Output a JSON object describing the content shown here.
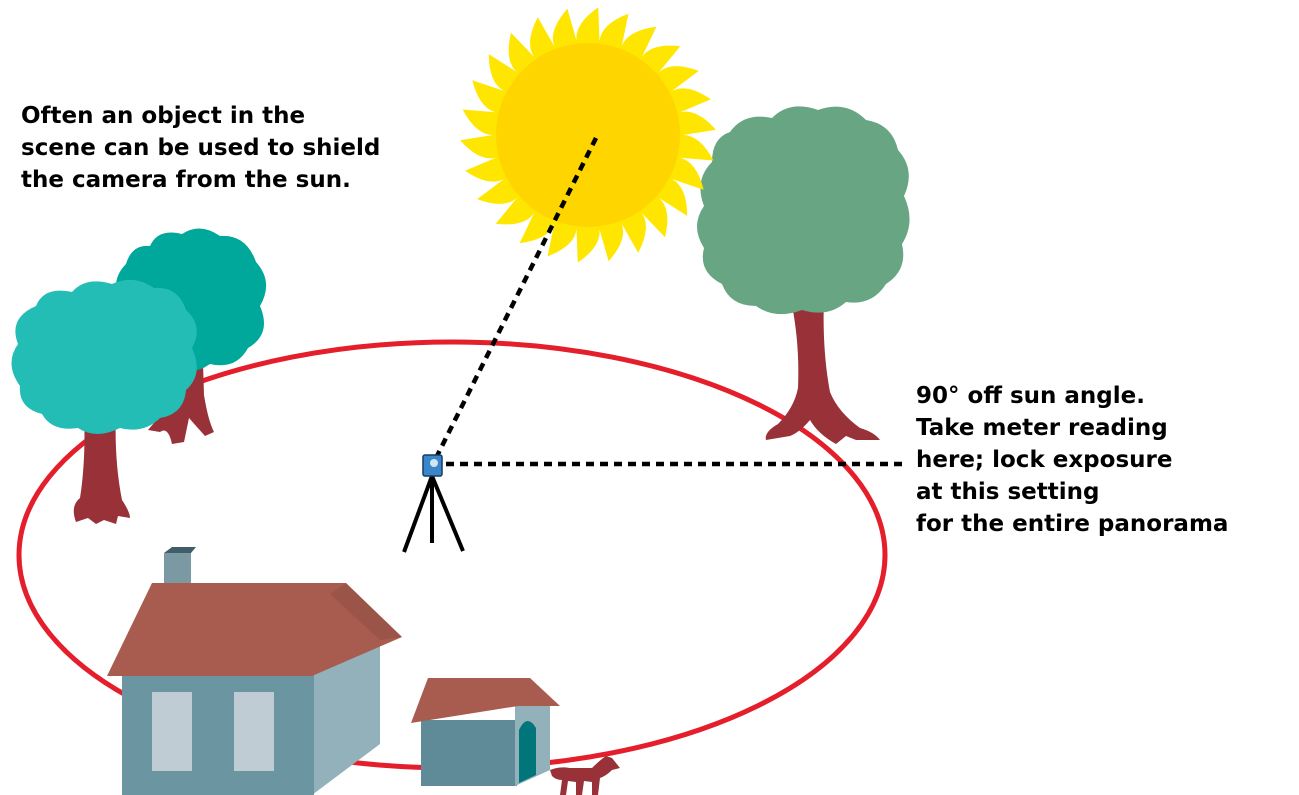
{
  "colors": {
    "background": "#ffffff",
    "text": "#000000",
    "rotation_path": "#e41f2b",
    "sun": "#ffe600",
    "sun_edge": "#ffd500",
    "tree_teal_back": "#00a79b",
    "tree_teal_front": "#24bdb5",
    "tree_green": "#68a583",
    "tree_trunk": "#983238",
    "roof": "#a85c4f",
    "roof_shade": "#8e4c42",
    "wall_front": "#6b95a1",
    "wall_side": "#93b1bb",
    "window": "#c0ccd3",
    "chimney": "#7b99a3",
    "doghouse_wall": "#5f8a97",
    "doghouse_door": "#00757a",
    "dog": "#983238",
    "camera": "#3a86c8",
    "sight_line": "#000000"
  },
  "left_caption": {
    "lines": [
      "Often an object in the",
      "scene can be used to shield",
      "the camera from the sun."
    ]
  },
  "right_caption": {
    "lines": [
      "90° off sun angle.",
      "Take meter reading",
      "here; lock exposure",
      "at this setting",
      "for the entire panorama"
    ]
  },
  "icons": {
    "sun": "sun-icon",
    "camera": "camera-icon",
    "tripod": "tripod-icon",
    "tree": "tree-icon",
    "house": "house-icon",
    "doghouse": "doghouse-icon",
    "dog": "dog-icon"
  }
}
